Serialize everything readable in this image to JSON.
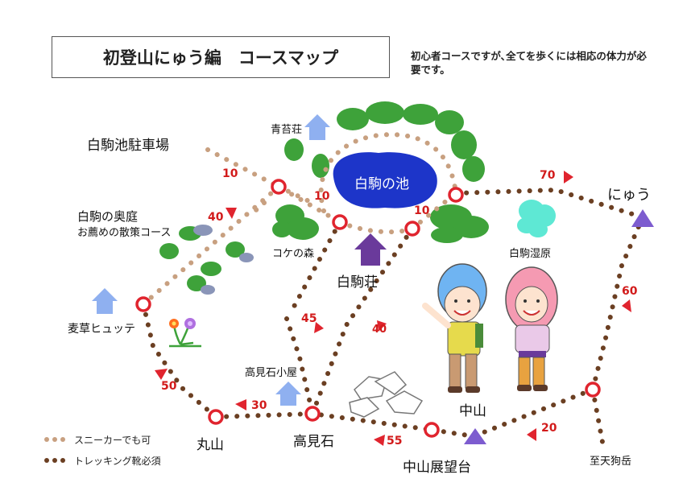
{
  "title": "初登山にゅう編　コースマップ",
  "note": "初心者コースですが､全てを歩くには相応の体力が必要です。",
  "places": {
    "parking": "白駒池駐車場",
    "aoikoso": "青苔荘",
    "pond": "白駒の池",
    "okuniwa": "白駒の奥庭",
    "okuniwa_sub": "お薦めの散策コース",
    "kokenomori": "コケの森",
    "shirakomaso": "白駒荘",
    "shitsugen": "白駒湿原",
    "nyu": "にゅう",
    "mugikusa": "麦草ヒュッテ",
    "takamiishi_hut": "高見石小屋",
    "maruyama": "丸山",
    "takamiishi": "高見石",
    "nakayama": "中山",
    "nakayama_view": "中山展望台",
    "tengu": "至天狗岳"
  },
  "times": {
    "t1": "10",
    "t2": "10",
    "t3": "10",
    "t4": "40",
    "t5": "70",
    "t6": "60",
    "t7": "45",
    "t8": "40",
    "t9": "50",
    "t10": "30",
    "t11": "55",
    "t12": "20"
  },
  "legend": {
    "sneaker": "スニーカーでも可",
    "boots": "トレッキング靴必須"
  },
  "colors": {
    "sneaker_trail": "#c8a080",
    "boots_trail": "#6b3f22",
    "waypoint": "#e0242e",
    "pond": "#1d35c9",
    "forest": "#3ea23a",
    "hut_blue": "#8fb0f0",
    "hut_purple": "#6a3a9b",
    "peak": "#7d5ccf",
    "marsh": "#5ee8d4"
  }
}
